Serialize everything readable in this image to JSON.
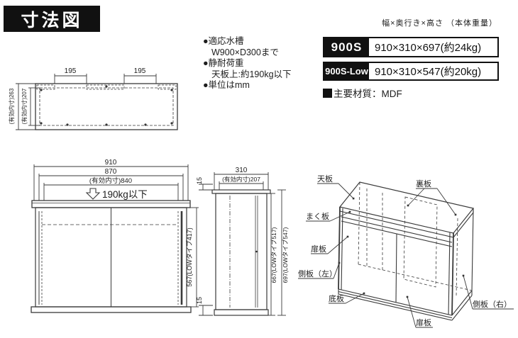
{
  "title_badge": "寸法図",
  "notes": [
    "●適応水槽",
    "W900×D300まで",
    "●静耐荷重",
    "天板上:約190kg以下",
    "●単位はmm"
  ],
  "spec_table": {
    "size_header": "幅×奥行き×高さ （本体重量）",
    "rows": [
      {
        "model": "900S",
        "size": "910×310×697(約24kg)"
      },
      {
        "model": "900S-Low",
        "size": "910×310×547(約20kg)"
      }
    ],
    "material": "主要材質：MDF"
  },
  "top_view": {
    "dim_left": "195",
    "dim_right": "195",
    "dim_depth_outer": "(有効内寸)263",
    "dim_depth_inner": "(有効内寸)207"
  },
  "front_view": {
    "dim_outer_width": "910",
    "dim_mid_width": "870",
    "dim_inner_width": "(有効内寸)840",
    "load_note": "190kg以下",
    "dim_height": "567(LOWタイプ417)"
  },
  "side_view": {
    "dim_depth": "310",
    "dim_inner_depth": "(有効内寸)207",
    "dim_top": "15",
    "dim_bottom": "15",
    "dim_height_inner": "667(LOWタイプ517)",
    "dim_height_outer": "697(LOWタイプ547)"
  },
  "iso_view": {
    "label_top_panel": "天板",
    "label_back_panel": "裏板",
    "label_skirt_panel": "まく板",
    "label_door_left": "扉板",
    "label_side_left": "側板（左）",
    "label_bottom_panel": "底板",
    "label_door_bottom": "扉板",
    "label_side_right": "側板（右）"
  },
  "colors": {
    "line": "#3a3a3a",
    "badge_bg": "#111111",
    "badge_text": "#ffffff"
  }
}
